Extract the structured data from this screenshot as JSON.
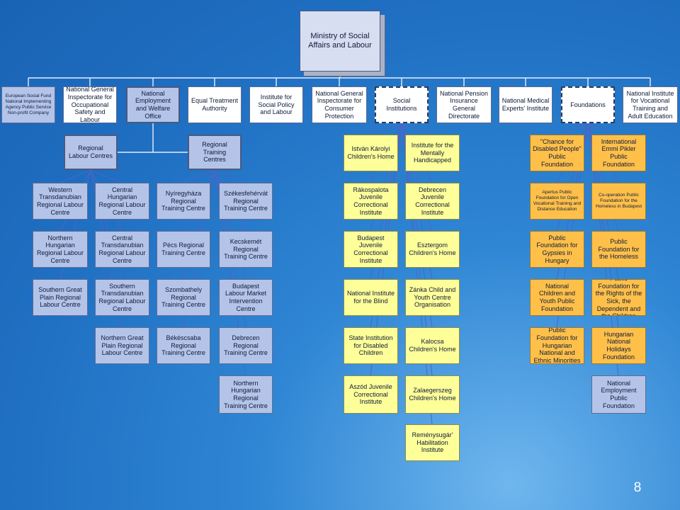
{
  "ministry": "Ministry of Social Affairs and Labour",
  "top_level": [
    {
      "id": "esf",
      "label": "European Social Fund National Implementing Agency Public Service Non-profit Company"
    },
    {
      "id": "ngi_safety",
      "label": "National General Inspectorate for Occupational Safety and Labour"
    },
    {
      "id": "nat_emp",
      "label": "National Employment and Welfare Office"
    },
    {
      "id": "equal",
      "label": "Equal Treatment Authority"
    },
    {
      "id": "inst_social",
      "label": "Institute for Social Policy and Labour"
    },
    {
      "id": "ngi_consumer",
      "label": "National General Inspectorate for Consumer Protection"
    },
    {
      "id": "social_inst",
      "label": "Social Institutions"
    },
    {
      "id": "pension",
      "label": "National Pension Insurance General Directorate"
    },
    {
      "id": "medical",
      "label": "National Medical Experts' Institute"
    },
    {
      "id": "foundations",
      "label": "Foundations"
    },
    {
      "id": "vocational",
      "label": "National Institute for Vocational Training and Adult Education"
    }
  ],
  "regional_labour": {
    "title": "Regional Labour Centres",
    "children": [
      "Western Transdanubian Regional Labour Centre",
      "Central Hungarian Regional Labour Centre",
      "Northern Hungarian Regional Labour Centre",
      "Central Transdanubian Regional Labour Centre",
      "Southern Great Plain Regional Labour Centre",
      "Southern Transdanubian Regional Labour Centre",
      "Northern Great Plain Regional Labour Centre"
    ]
  },
  "regional_training": {
    "title": "Regional Training Centres",
    "children": [
      "Nyíregyháza Regional Training Centre",
      "Székesfehérvát Regional Training Centre",
      "Pécs Regional Training Centre",
      "Kecskemét Regional Training Centre",
      "Szombathely Regional Training Centre",
      "Budapest Labour Market Intervention Centre",
      "Békéscsaba Regional Training Centre",
      "Debrecen Regional Training Centre",
      "Northern Hungarian Regional Training Centre"
    ]
  },
  "social_institutions": [
    "István Károlyi Children's Home",
    "Institute for the Mentally Handicapped",
    "Rákospalota Juvenile Correctional Institute",
    "Debrecen Juvenile Correctional Institute",
    "Budapest Juvenile Correctional Institute",
    "Esztergom Children's Home",
    "National Institute for the Blind",
    "Zánka Child and Youth Centre Organisation",
    "State Institution for Disabled Children",
    "Kalocsa Children's Home",
    "Aszód Juvenile Correctional Institute",
    "Zalaegerszeg Children's Home",
    "Reménysugár' Habilitation Institute"
  ],
  "foundations": [
    "\"Chance for Disabled People\" Public Foundation",
    "International Emmi Pikler Public Foundation",
    "Apertus Public Foundation for Open Vocational Training and Distance Education",
    "Co-operation Public Foundation for the Homeless in Budapest",
    "Public Foundation for Gypsies in Hungary",
    "Public Foundation for the Homeless",
    "National Children and Youth Public Foundation",
    "Public Foundation for the Rights of the Sick, the Dependent and the Children",
    "Public Foundation for Hungarian National and Ethnic Minorities",
    "Hungarian National Holidays Foundation",
    "National Employment Public Foundation"
  ],
  "page_number": "8"
}
